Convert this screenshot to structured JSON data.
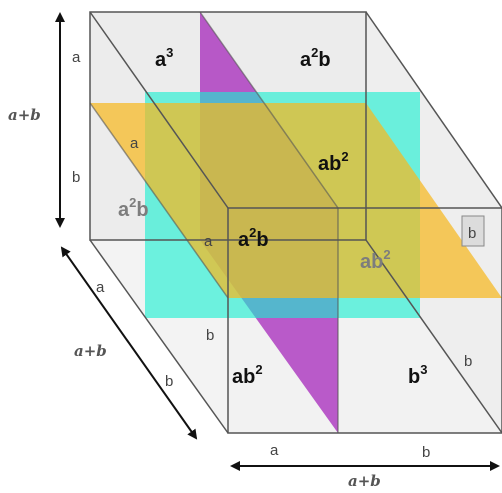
{
  "colors": {
    "cube_face": "#e9e9e9",
    "edge": "#555555",
    "plane_vertical_purple": "#a21fb8",
    "plane_vertical_cyan": "#19efd0",
    "plane_horizontal_yellow": "#f7b820",
    "arrow": "#111111"
  },
  "labels": {
    "top_a": "a",
    "top_b": "b",
    "left_sum": "a+b",
    "depth_a": "a",
    "depth_b": "b",
    "depth_sum": "a+b",
    "bottom_a": "a",
    "bottom_b": "b",
    "bottom_sum": "a+b",
    "plane_a_back": "a",
    "plane_a_front": "a",
    "front_right_b": "b",
    "right_b_box": "b",
    "right_b": "b"
  },
  "terms": {
    "a3": {
      "base": "a",
      "exp": "3"
    },
    "a2b_top": {
      "base": "a",
      "exp": "2",
      "tail": "b"
    },
    "a2b_left": {
      "base": "a",
      "exp": "2",
      "tail": "b"
    },
    "a2b_center": {
      "base": "a",
      "exp": "2",
      "tail": "b"
    },
    "ab2_top": {
      "base": "ab",
      "exp": "2"
    },
    "ab2_right": {
      "base": "ab",
      "exp": "2"
    },
    "ab2_front": {
      "base": "ab",
      "exp": "2"
    },
    "b3": {
      "base": "b",
      "exp": "3"
    }
  }
}
